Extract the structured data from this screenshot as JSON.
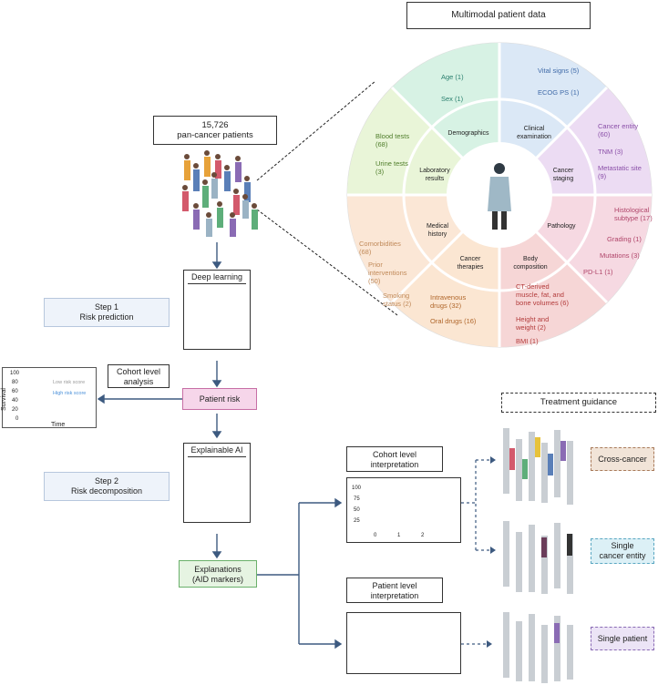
{
  "multimodal_title": "Multimodal patient data",
  "patients": {
    "count": "15,726",
    "desc": "pan-cancer patients"
  },
  "deep_learning": "Deep learning",
  "step1": {
    "title": "Step 1",
    "desc": "Risk prediction"
  },
  "cohort_level_analysis": {
    "line1": "Cohort level",
    "line2": "analysis"
  },
  "patient_risk": "Patient risk",
  "explainable_ai": "Explainable AI",
  "step2": {
    "title": "Step 2",
    "desc": "Risk decomposition"
  },
  "explanations": {
    "line1": "Explanations",
    "line2": "(AID markers)"
  },
  "cohort_interpretation": {
    "line1": "Cohort level",
    "line2": "interpretation"
  },
  "patient_interpretation": {
    "line1": "Patient level",
    "line2": "interpretation"
  },
  "treatment_guidance": "Treatment guidance",
  "outcomes": {
    "cross_cancer": "Cross-cancer",
    "single_entity_1": "Single",
    "single_entity_2": "cancer entity",
    "single_patient": "Single patient"
  },
  "survival_plot": {
    "ylabel": "Survival",
    "xlabel": "Time",
    "yticks": [
      "100",
      "80",
      "60",
      "40",
      "20",
      "0"
    ],
    "low": "Low risk score",
    "high": "High risk score"
  },
  "cohort_plot": {
    "yticks": [
      "100",
      "75",
      "50",
      "25"
    ],
    "xticks": [
      "0",
      "1",
      "2"
    ]
  },
  "wheel": {
    "center_ring": [
      "Demographics",
      "Clinical examination",
      "Cancer staging",
      "Pathology",
      "Body composition",
      "Cancer therapies",
      "Medical history",
      "Laboratory results"
    ],
    "demographics": [
      "Age (1)",
      "Sex (1)"
    ],
    "clinical": [
      "Vital signs (5)",
      "ECOG PS (1)"
    ],
    "staging": [
      "Cancer entity (60)",
      "TNM (3)",
      "Metastatic site (9)"
    ],
    "pathology": [
      "Histological subtype (17)",
      "Grading (1)",
      "Mutations (3)",
      "PD-L1 (1)"
    ],
    "body": [
      "CT-derived muscle, fat, and bone volumes (6)",
      "Height and weight (2)",
      "BMI (1)"
    ],
    "therapies": [
      "Intravenous drugs (32)",
      "Oral drugs (16)"
    ],
    "history": [
      "Comorbidities (68)",
      "Prior interventions (50)",
      "Smoking status (2)"
    ],
    "lab": [
      "Blood tests (68)",
      "Urine tests (3)"
    ]
  },
  "colors": {
    "demographics": "#d7f2e4",
    "clinical": "#dbe8f6",
    "staging": "#ecdcf3",
    "pathology": "#f6d9e2",
    "body": "#f6d6d6",
    "therapies": "#fbe6d2",
    "history": "#fbe6d2",
    "lab": "#e9f5d8"
  }
}
